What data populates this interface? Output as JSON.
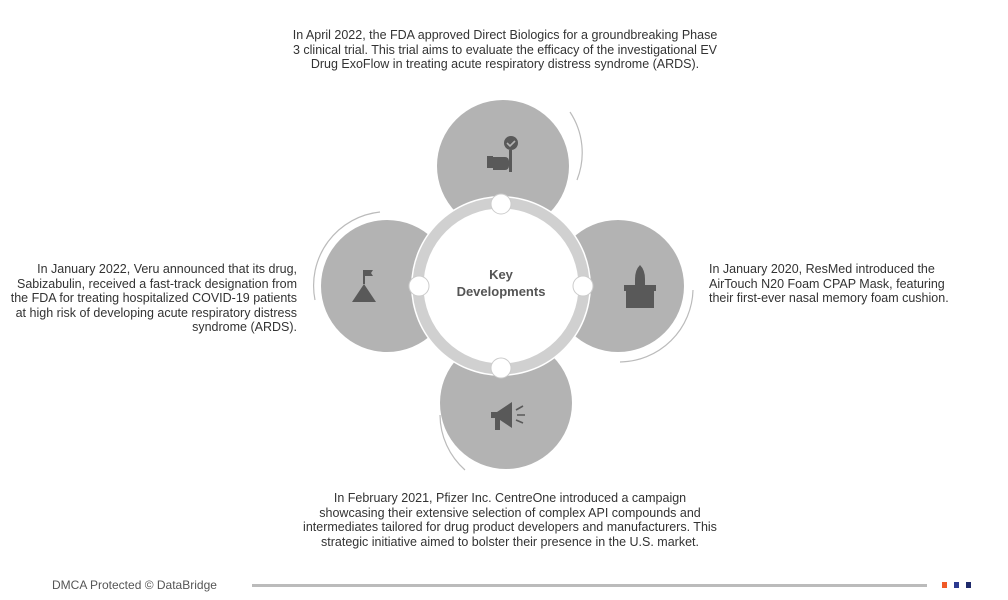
{
  "center": {
    "line1": "Key",
    "line2": "Developments"
  },
  "developments": {
    "top": "In April 2022, the FDA approved Direct Biologics for a groundbreaking Phase 3 clinical trial. This trial aims to evaluate the efficacy of the investigational EV Drug ExoFlow in treating acute respiratory distress syndrome (ARDS).",
    "left": "In January 2022, Veru announced that its drug, Sabizabulin, received a fast-track designation from the FDA for treating hospitalized COVID-19 patients at high risk of developing acute respiratory distress syndrome (ARDS).",
    "right": "In January 2020, ResMed introduced the AirTouch N20 Foam CPAP Mask, featuring their first-ever nasal memory foam cushion.",
    "bottom": "In February 2021, Pfizer Inc. CentreOne introduced a campaign showcasing their extensive selection of complex API compounds and intermediates tailored for drug product developers and manufacturers. This strategic initiative aimed to bolster their presence in the U.S. market."
  },
  "icons": {
    "top": "approval-hand-icon",
    "left": "mountain-flag-icon",
    "right": "rocket-box-icon",
    "bottom": "megaphone-icon"
  },
  "footer": {
    "text": "DMCA Protected © DataBridge"
  },
  "colors": {
    "circle": "#b3b3b3",
    "ring": "#d0d0d0",
    "icon": "#595959",
    "accent1": "#f05a28",
    "accent2": "#2b3990"
  }
}
